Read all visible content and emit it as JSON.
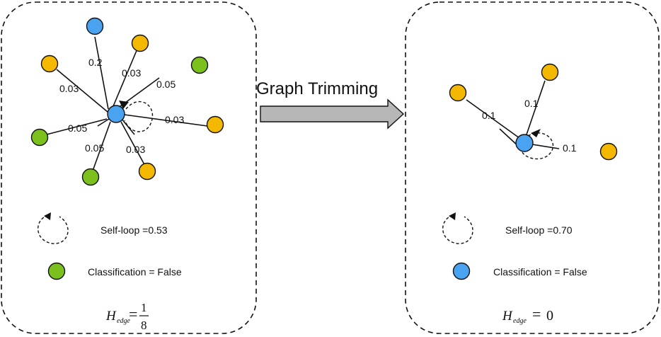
{
  "colors": {
    "blue": "#4aa3f0",
    "yellow": "#f5b800",
    "green": "#7cc01e",
    "node_stroke": "#111111",
    "arrow_fill": "#b7b7b7"
  },
  "arrow": {
    "label": "Graph Trimming"
  },
  "left": {
    "edge_labels": [
      "0.2",
      "0.03",
      "0.03",
      "0.05",
      "0.03",
      "0.05",
      "0.05",
      "0.03"
    ],
    "legend_selfloop": "Self-loop =0.53",
    "legend_class": "Classification = False",
    "legend_node_color": "green",
    "formula": {
      "H": "H",
      "sub": "edge",
      "eq": "=",
      "num": "1",
      "den": "8"
    }
  },
  "right": {
    "edge_labels": [
      "0.1",
      "0.1",
      "0.1"
    ],
    "legend_selfloop": "Self-loop =0.70",
    "legend_class": "Classification = False",
    "legend_node_color": "blue",
    "formula": {
      "H": "H",
      "sub": "edge",
      "eq": "=",
      "val": "0"
    }
  }
}
